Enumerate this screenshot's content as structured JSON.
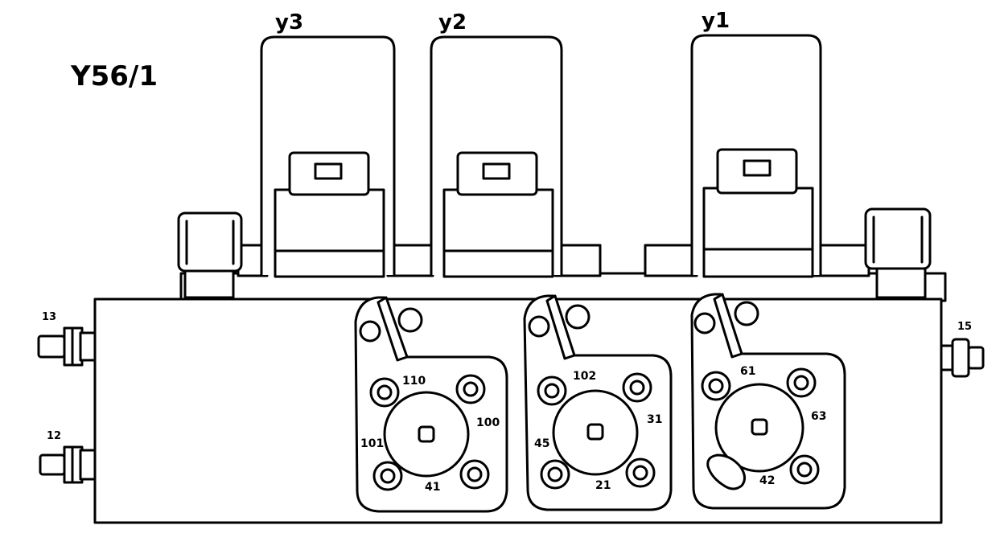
{
  "title": "Y56/1",
  "solenoids": [
    {
      "id": "y3",
      "label": "y3"
    },
    {
      "id": "y2",
      "label": "y2"
    },
    {
      "id": "y1",
      "label": "y1"
    }
  ],
  "side_ports": {
    "left_top": "13",
    "left_bottom": "12",
    "right": "15"
  },
  "plates": [
    {
      "id": "plate-left",
      "labels": {
        "top": "110",
        "right": "100",
        "left": "101",
        "bottom": "41"
      }
    },
    {
      "id": "plate-middle",
      "labels": {
        "top": "102",
        "right": "31",
        "left": "45",
        "bottom": "21"
      }
    },
    {
      "id": "plate-right",
      "labels": {
        "top": "61",
        "right": "63",
        "bottom": "42"
      }
    }
  ],
  "colors": {
    "line": "#000000",
    "background": "#ffffff"
  }
}
